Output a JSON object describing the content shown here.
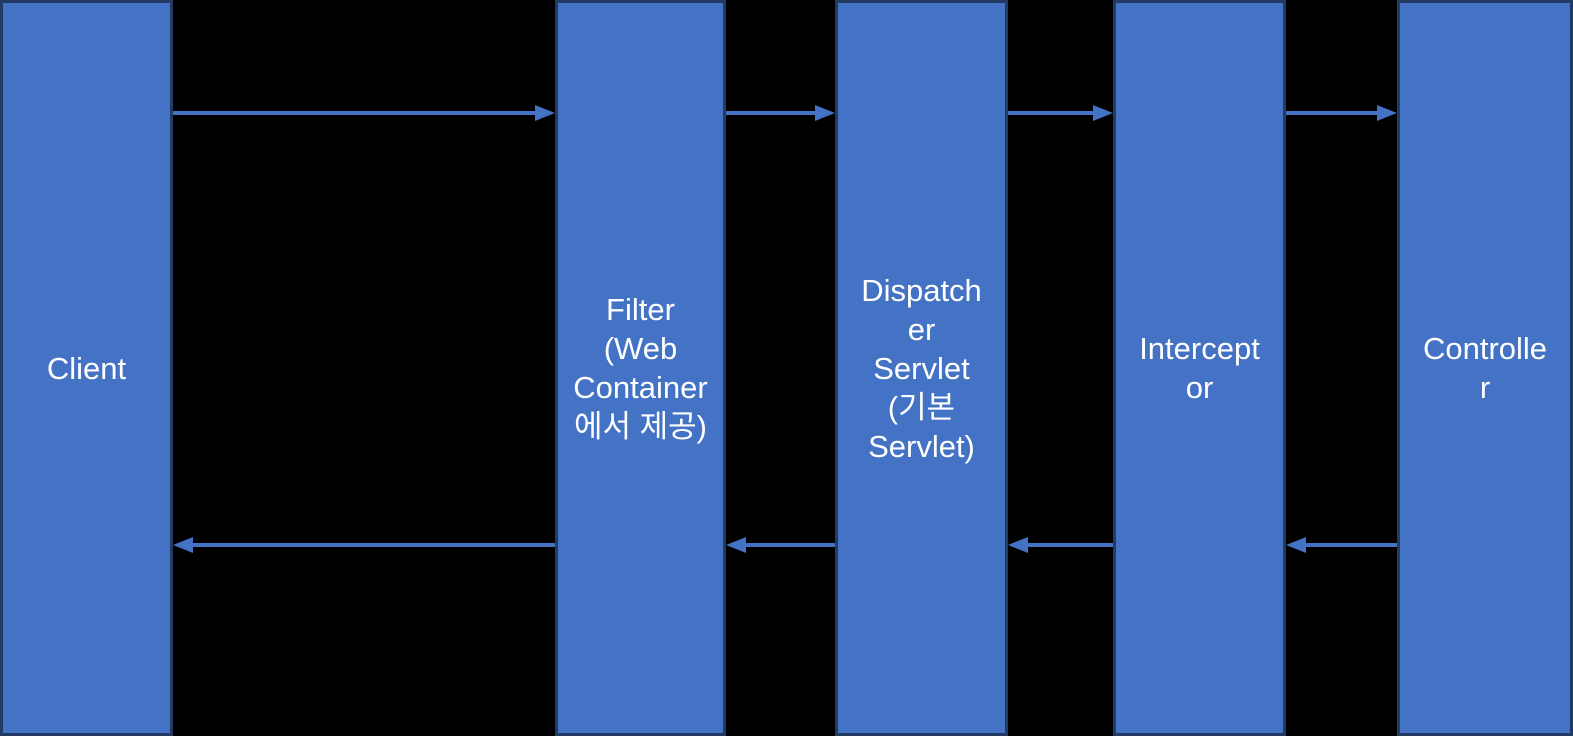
{
  "diagram": {
    "description": "Spring MVC request flow sequence diagram",
    "background_color": "#000000",
    "bar_fill_color": "#4472C4",
    "bar_border_color": "#233A63",
    "arrow_color": "#4472C4",
    "text_color": "#FFFFFF",
    "columns": [
      {
        "id": "client",
        "label": "Client"
      },
      {
        "id": "filter",
        "label": "Filter\n(Web\nContainer\n에서 제공)"
      },
      {
        "id": "dispatcher-servlet",
        "label": "Dispatch\ner\nServlet\n(기본\nServlet)"
      },
      {
        "id": "interceptor",
        "label": "Intercept\nor"
      },
      {
        "id": "controller",
        "label": "Controlle\nr"
      }
    ],
    "arrows": [
      {
        "from": "Client",
        "to": "Filter",
        "direction": "right",
        "row": "request"
      },
      {
        "from": "Filter",
        "to": "DispatcherServlet",
        "direction": "right",
        "row": "request"
      },
      {
        "from": "DispatcherServlet",
        "to": "Interceptor",
        "direction": "right",
        "row": "request"
      },
      {
        "from": "Interceptor",
        "to": "Controller",
        "direction": "right",
        "row": "request"
      },
      {
        "from": "Filter",
        "to": "Client",
        "direction": "left",
        "row": "response"
      },
      {
        "from": "DispatcherServlet",
        "to": "Filter",
        "direction": "left",
        "row": "response"
      },
      {
        "from": "Interceptor",
        "to": "DispatcherServlet",
        "direction": "left",
        "row": "response"
      },
      {
        "from": "Controller",
        "to": "Interceptor",
        "direction": "left",
        "row": "response"
      }
    ]
  }
}
